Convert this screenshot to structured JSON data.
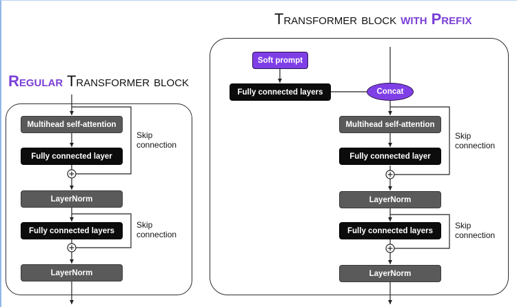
{
  "colors": {
    "purple": "#7f3fe6",
    "title_purple": "#7a3fd6",
    "layer_dark": "#0c0c0c",
    "layer_gray": "#5a5a5a",
    "line": "#222222"
  },
  "regular_block": {
    "title_highlight": "Regular",
    "title_rest": "Transformer block",
    "layers": [
      {
        "label": "Multihead self-attention"
      },
      {
        "label": "Fully connected layer"
      },
      {
        "label": "LayerNorm"
      },
      {
        "label": "Fully connected layers"
      },
      {
        "label": "LayerNorm"
      }
    ],
    "skip_labels": [
      "Skip connection",
      "Skip connection"
    ]
  },
  "prefix_block": {
    "title_rest": "Transformer block",
    "title_highlight": "with Prefix",
    "soft_prompt": "Soft prompt",
    "prompt_layers": "Fully connected layers",
    "concat": "Concat",
    "layers": [
      {
        "label": "Multihead self-attention"
      },
      {
        "label": "Fully connected layer"
      },
      {
        "label": "LayerNorm"
      },
      {
        "label": "Fully connected layers"
      },
      {
        "label": "LayerNorm"
      }
    ],
    "skip_labels": [
      "Skip connection",
      "Skip connection"
    ]
  }
}
